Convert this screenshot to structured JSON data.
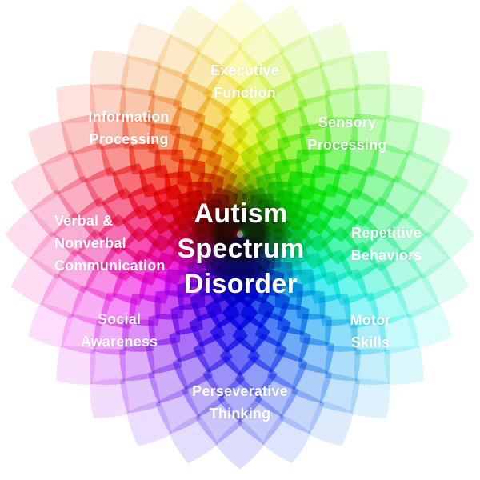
{
  "diagram": {
    "type": "radial-color-wheel-flower",
    "center_title": {
      "lines": [
        "Autism",
        "Spectrum",
        "Disorder"
      ]
    },
    "labels": [
      {
        "id": "executive-function",
        "lines": [
          "Executive",
          "Function"
        ]
      },
      {
        "id": "sensory-processing",
        "lines": [
          "Sensory",
          "Processing"
        ]
      },
      {
        "id": "repetitive-behaviors",
        "lines": [
          "Repetitive",
          "Behaviors"
        ]
      },
      {
        "id": "motor-skills",
        "lines": [
          "Motor",
          "Skills"
        ]
      },
      {
        "id": "perseverative-thinking",
        "lines": [
          "Perseverative",
          "Thinking"
        ]
      },
      {
        "id": "social-awareness",
        "lines": [
          "Social",
          "Awareness"
        ]
      },
      {
        "id": "verbal-nonverbal-communication",
        "lines": [
          "Verbal &",
          "Nonverbal",
          "Communication"
        ]
      },
      {
        "id": "information-processing",
        "lines": [
          "Information",
          "Processing"
        ]
      }
    ],
    "text_color": "#ffffff",
    "background_color": "#ffffff",
    "center_color": "#1a120f"
  },
  "wheel": {
    "hue_at_top_deg": 60,
    "hue_direction": "clockwise",
    "saturation_pct": 88,
    "petals_per_ring": 28,
    "ring_radii": [
      262,
      234,
      206,
      179,
      152,
      125,
      98,
      71,
      46,
      22
    ],
    "ring_lightness_pct": [
      93,
      88,
      83,
      77,
      70,
      63,
      56,
      50,
      45,
      42
    ],
    "sample_colors": {
      "top_yellow": "#f7e04a",
      "upper_right_green": "#6cbf3c",
      "right_teal": "#1fa877",
      "lower_right_blue": "#2e86d6",
      "bottom_indigo": "#4653b5",
      "lower_left_purple": "#9a3fae",
      "left_pink": "#e01767",
      "upper_left_red": "#e02424"
    }
  }
}
